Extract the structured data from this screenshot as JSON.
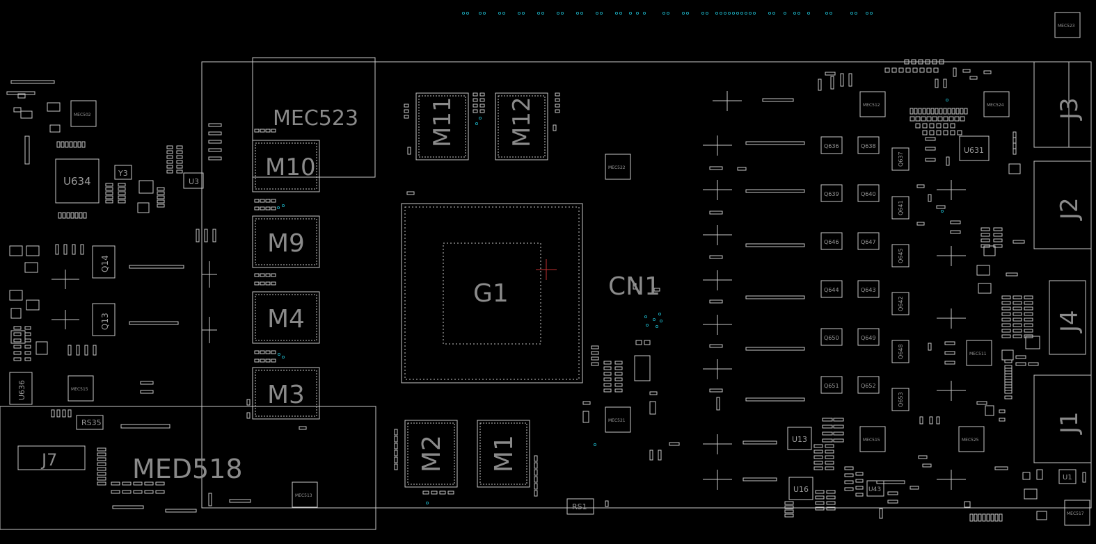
{
  "view": {
    "background": "#000000",
    "outline_color": "#c8c8c8",
    "label_color": "#8a8a8a",
    "via_color": "#1aa6b7"
  },
  "labels": {
    "mec523_big": "MEC523",
    "m10": "M10",
    "m9": "M9",
    "m4": "M4",
    "m3": "M3",
    "m11": "M11",
    "m12": "M12",
    "m2": "M2",
    "m1": "M1",
    "g1": "G1",
    "cn1": "CN1",
    "j1": "J1",
    "j2": "J2",
    "j3": "J3",
    "j4": "J4",
    "j7": "J7",
    "u634": "U634",
    "u636": "U636",
    "u631": "U631",
    "u13": "U13",
    "u16": "U16",
    "u43": "U43",
    "u3": "U3",
    "u1": "U1",
    "y3": "Y3",
    "q14": "Q14",
    "q13": "Q13",
    "rs35": "RS35",
    "rs1": "RS1",
    "med518": "MED518",
    "mec502": "MEC502",
    "mec515_l": "MEC515",
    "mec513": "MEC513",
    "mec522": "MEC522",
    "mec521": "MEC521",
    "mec512": "MEC512",
    "mec524": "MEC524",
    "mec511": "MEC511",
    "mec515_r": "MEC515",
    "mec525": "MEC525",
    "mec517": "MEC517",
    "mec523_small": "MEC523",
    "q636": "Q636",
    "q638": "Q638",
    "q637": "Q637",
    "q639": "Q639",
    "q640": "Q640",
    "q641": "Q641",
    "q646": "Q646",
    "q647": "Q647",
    "q645": "Q645",
    "q644": "Q644",
    "q643": "Q643",
    "q642": "Q642",
    "q650": "Q650",
    "q649": "Q649",
    "q648": "Q648",
    "q651": "Q651",
    "q652": "Q652",
    "q653": "Q653"
  }
}
